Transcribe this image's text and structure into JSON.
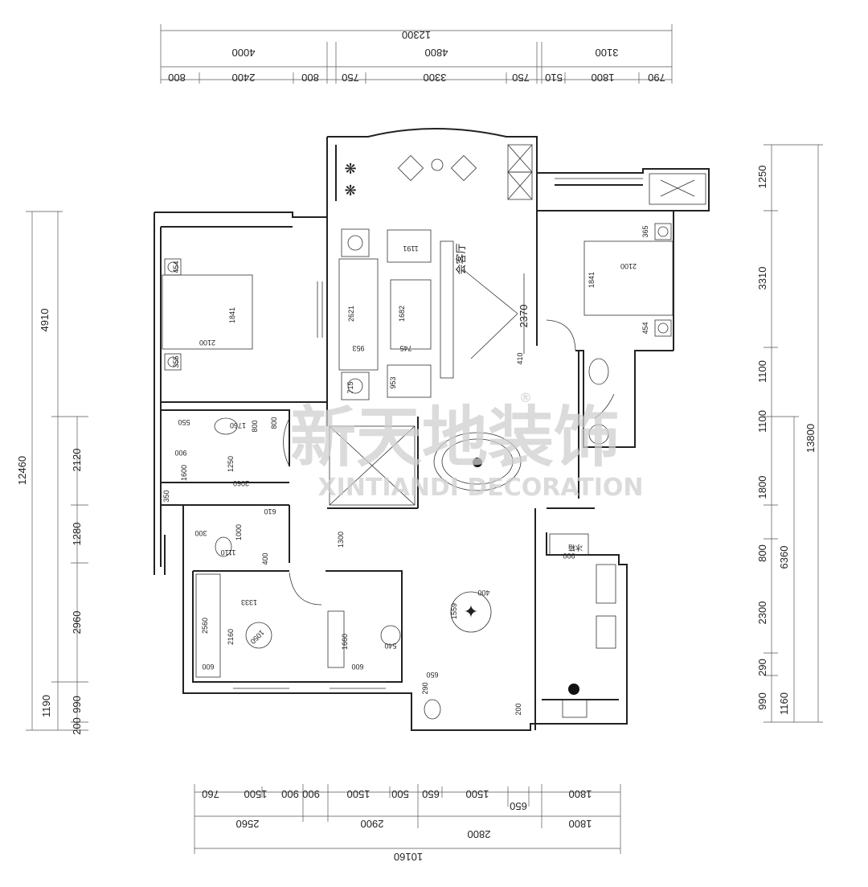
{
  "top_dims": {
    "total": "12300",
    "segments": [
      "4000",
      "4800",
      "3100"
    ],
    "details": [
      "800",
      "2400",
      "800",
      "750",
      "3300",
      "750",
      "510",
      "1800",
      "790"
    ]
  },
  "bottom_dims": {
    "total": "10160",
    "segments": [
      "2560",
      "2900",
      "2800",
      "1800"
    ],
    "details": [
      "760",
      "1500",
      "900",
      "900",
      "1500",
      "500",
      "650",
      "1500",
      "650",
      "1800"
    ]
  },
  "left_dims": {
    "total": "12460",
    "segments": [
      "4910",
      "2120",
      "1280",
      "2960",
      "1190",
      "990",
      "200"
    ]
  },
  "right_dims": {
    "total": "13800",
    "mid": "6360",
    "segments": [
      "1250",
      "3310",
      "1100",
      "1100",
      "1800",
      "800",
      "2300",
      "290",
      "990",
      "1160"
    ]
  },
  "rooms": {
    "living_room": "会客厅",
    "fridge": "冰箱"
  },
  "furniture_labels": [
    "1191",
    "2621",
    "1682",
    "953",
    "745",
    "953",
    "715",
    "2370",
    "410",
    "2100",
    "1841",
    "454",
    "355",
    "2100",
    "1841",
    "365",
    "454",
    "550",
    "1760",
    "800",
    "800",
    "900",
    "1250",
    "1600",
    "2060",
    "350",
    "610",
    "1300",
    "300",
    "1000",
    "1110",
    "400",
    "1333",
    "2560",
    "2160",
    "1050",
    "1660",
    "540",
    "600",
    "600",
    "1559",
    "400",
    "650",
    "290",
    "200",
    "900"
  ],
  "watermark": {
    "chinese": "新天地装饰",
    "english": "XINTIANDI DECORATION",
    "mark": "®"
  }
}
